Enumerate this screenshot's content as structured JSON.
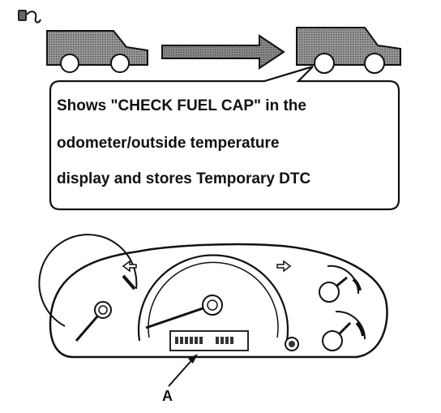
{
  "callout": {
    "lines": [
      "Shows \"CHECK FUEL CAP\" in the",
      "odometer/outside temperature",
      "display and stores Temporary DTC"
    ]
  },
  "labels": {
    "a": "A"
  },
  "icons": {
    "fuel_cap": "fuel-cap-icon",
    "vehicle_before": "van-icon",
    "transition_arrow": "right-arrow-icon",
    "vehicle_after": "van-icon"
  }
}
